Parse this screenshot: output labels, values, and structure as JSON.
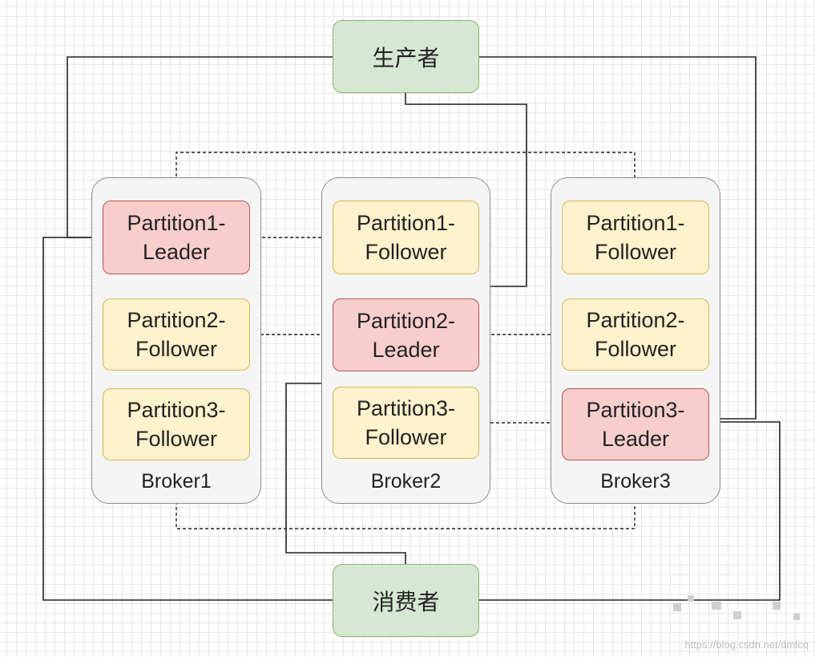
{
  "producer": {
    "label": "生产者"
  },
  "consumer": {
    "label": "消费者"
  },
  "brokers": [
    {
      "name": "Broker1",
      "partitions": [
        {
          "line1": "Partition1-",
          "line2": "Leader",
          "role": "leader"
        },
        {
          "line1": "Partition2-",
          "line2": "Follower",
          "role": "follower"
        },
        {
          "line1": "Partition3-",
          "line2": "Follower",
          "role": "follower"
        }
      ]
    },
    {
      "name": "Broker2",
      "partitions": [
        {
          "line1": "Partition1-",
          "line2": "Follower",
          "role": "follower"
        },
        {
          "line1": "Partition2-",
          "line2": "Leader",
          "role": "leader"
        },
        {
          "line1": "Partition3-",
          "line2": "Follower",
          "role": "follower"
        }
      ]
    },
    {
      "name": "Broker3",
      "partitions": [
        {
          "line1": "Partition1-",
          "line2": "Follower",
          "role": "follower"
        },
        {
          "line1": "Partition2-",
          "line2": "Follower",
          "role": "follower"
        },
        {
          "line1": "Partition3-",
          "line2": "Leader",
          "role": "leader"
        }
      ]
    }
  ],
  "watermark": "https://blog.csdn.net/dmlcq",
  "colors": {
    "leader_fill": "#f8cecc",
    "leader_stroke": "#b85450",
    "follower_fill": "#fff2cc",
    "follower_stroke": "#d6b656",
    "actor_fill": "#d5e8d4",
    "actor_stroke": "#82b366",
    "broker_fill": "#f5f5f5",
    "broker_stroke": "#8c8c8c"
  }
}
